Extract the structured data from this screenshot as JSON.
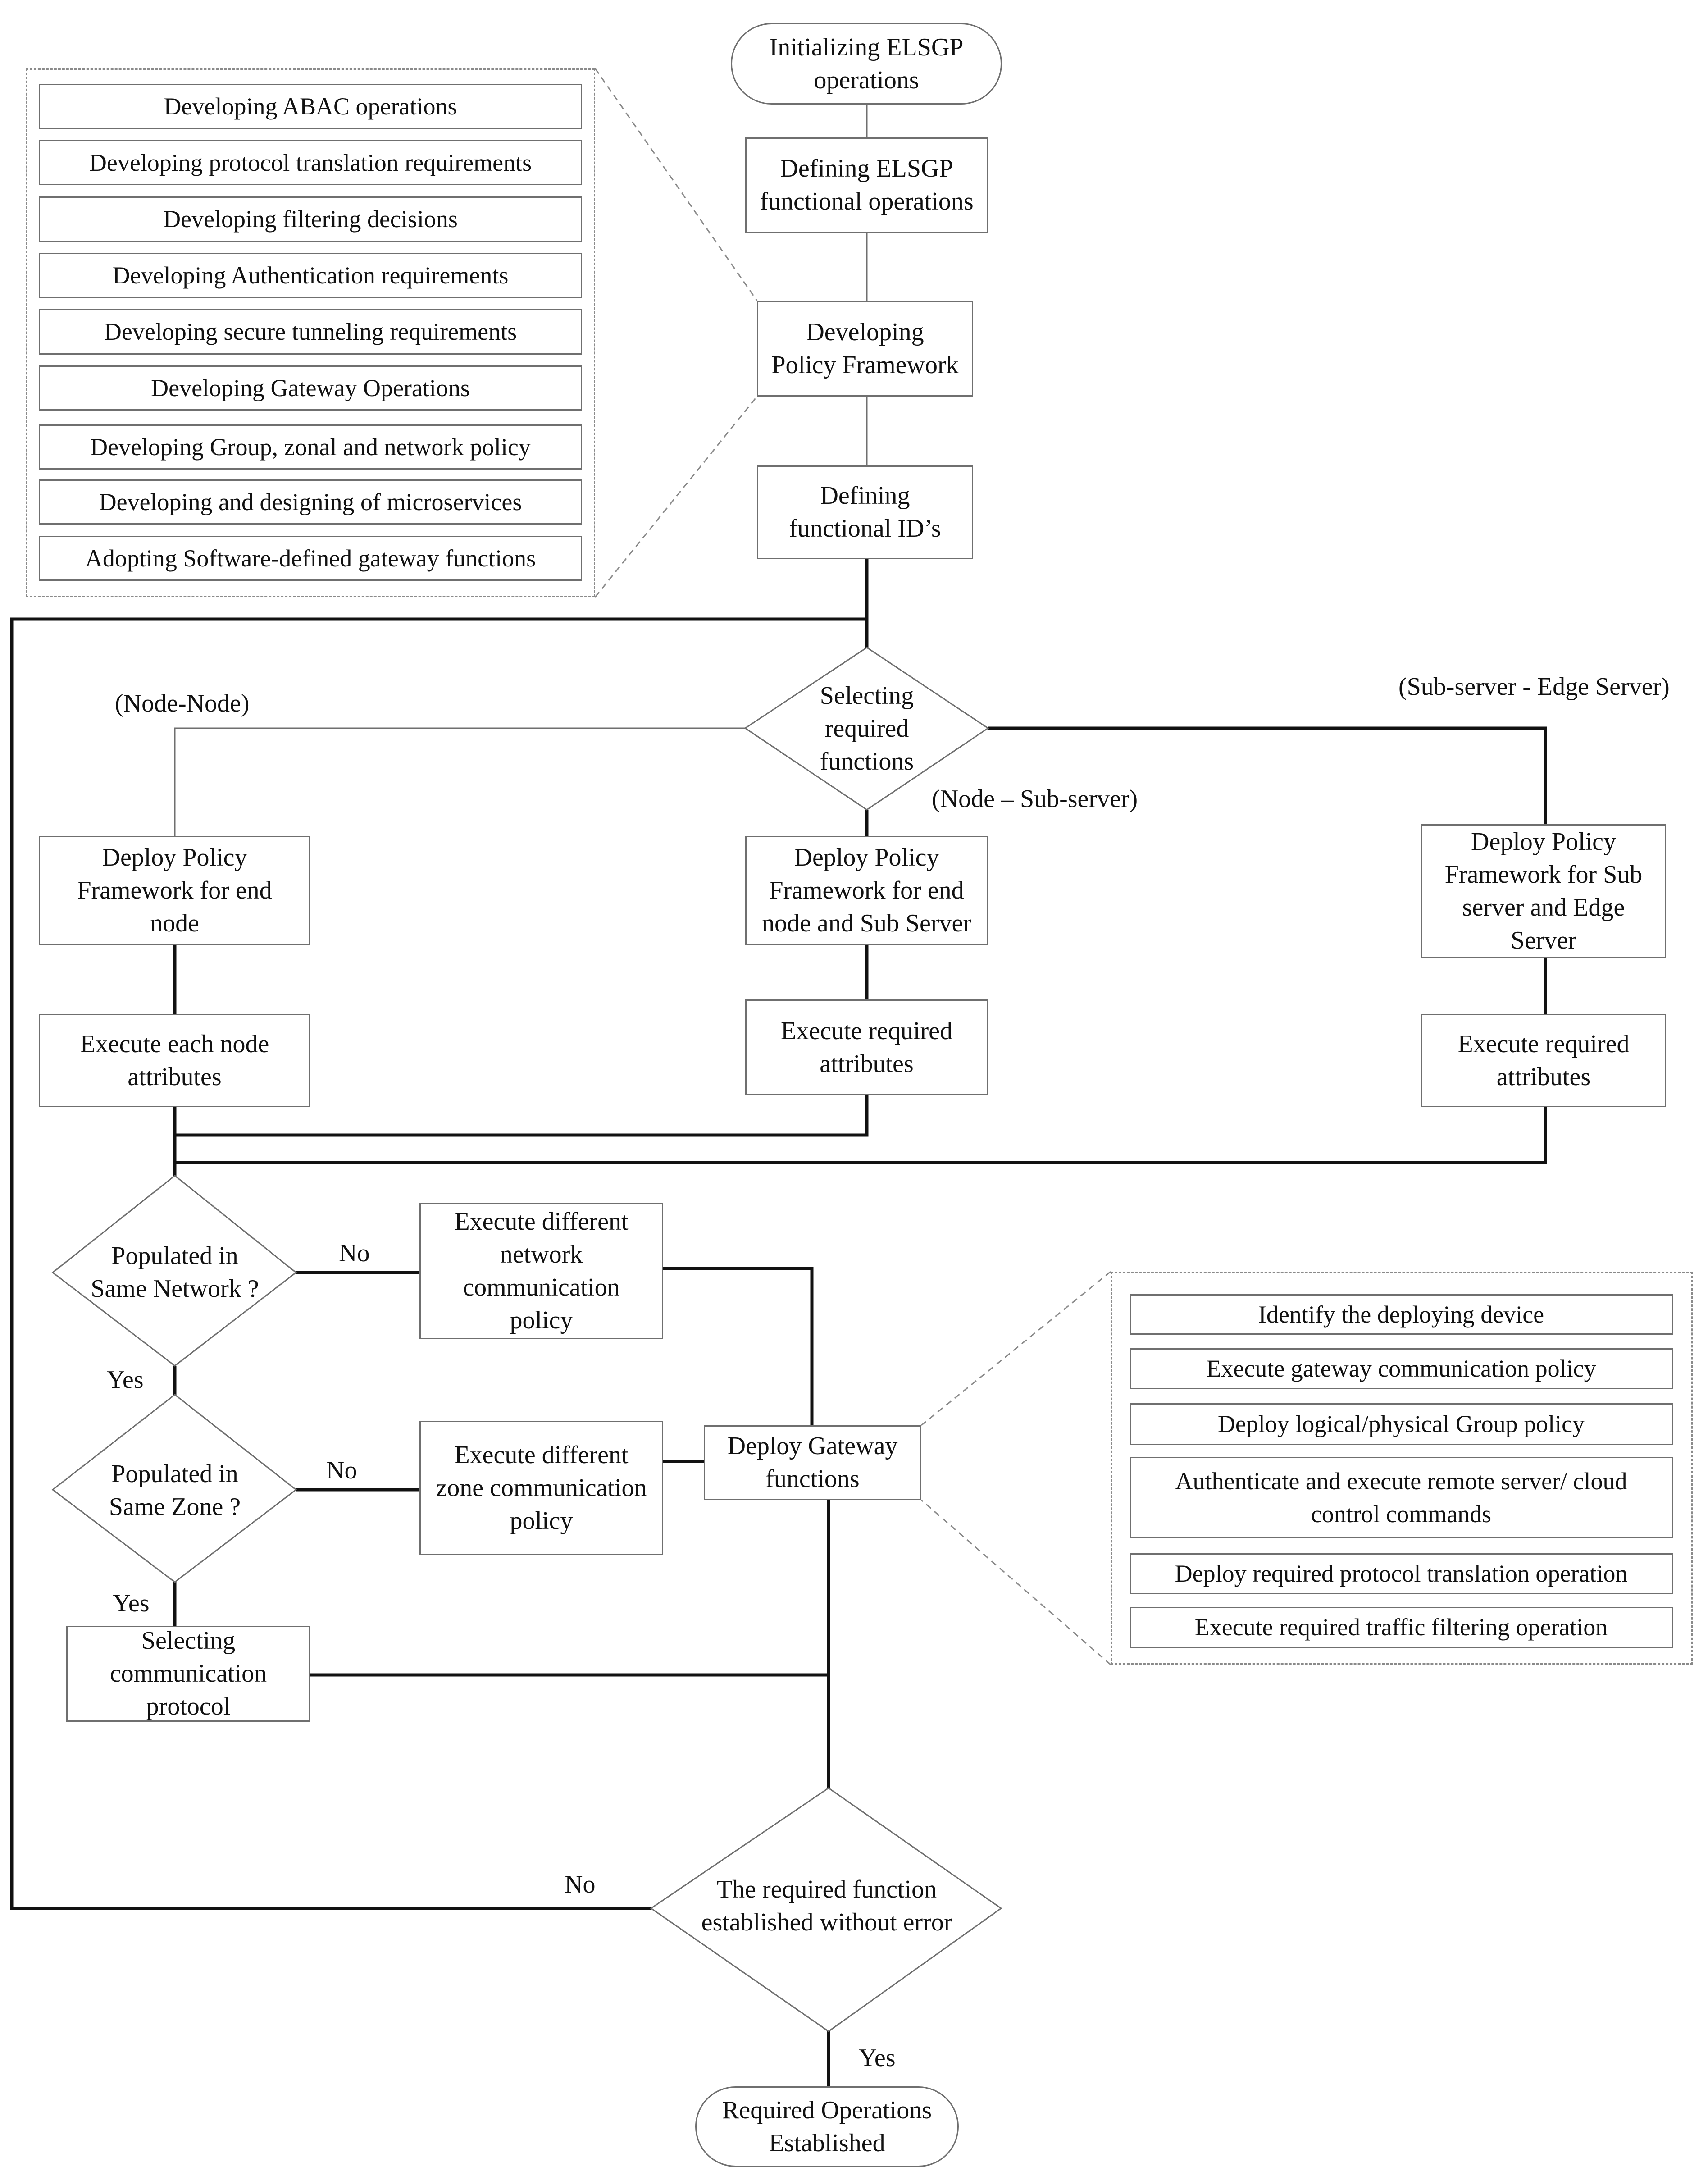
{
  "flow": {
    "start": "Initializing ELSGP\noperations",
    "define_ops": "Defining ELSGP\nfunctional operations",
    "policy": "Developing\nPolicy Framework",
    "ids": "Defining\nfunctional ID’s",
    "select": "Selecting\nrequired\nfunctions",
    "deploy_node": "Deploy Policy\nFramework for end\nnode",
    "deploy_sub": "Deploy Policy\nFramework for end\nnode and Sub Server",
    "deploy_edge": "Deploy Policy\nFramework for Sub\nserver and Edge\nServer",
    "exec_node": "Execute each node\nattributes",
    "exec_sub": "Execute required\nattributes",
    "exec_edge": "Execute required\nattributes",
    "q_network": "Populated in\nSame Network ?",
    "q_zone": "Populated in\nSame Zone ?",
    "diff_network": "Execute different\nnetwork\ncommunication\npolicy",
    "diff_zone": "Execute different\nzone communication\npolicy",
    "gateway": "Deploy Gateway\nfunctions",
    "protocol": "Selecting\ncommunication\nprotocol",
    "q_final": "The required function\nestablished without error",
    "end": "Required Operations\nEstablished"
  },
  "labels": {
    "node_node": "(Node-Node)",
    "node_sub": "(Node – Sub-server)",
    "sub_edge": "(Sub-server - Edge Server)",
    "no_network": "No",
    "yes_network": "Yes",
    "no_zone": "No",
    "yes_zone": "Yes",
    "no_final": "No",
    "yes_final": "Yes"
  },
  "policy_items": [
    "Developing ABAC operations",
    "Developing protocol translation requirements",
    "Developing filtering decisions",
    "Developing Authentication requirements",
    "Developing secure tunneling requirements",
    "Developing Gateway Operations",
    "Developing Group, zonal and network policy",
    "Developing and designing of microservices",
    "Adopting Software-defined gateway functions"
  ],
  "gateway_items": [
    "Identify the deploying device",
    "Execute gateway communication policy",
    "Deploy logical/physical Group policy",
    "Authenticate and execute remote server/ cloud\ncontrol commands",
    "Deploy required protocol translation operation",
    "Execute required traffic filtering operation"
  ]
}
